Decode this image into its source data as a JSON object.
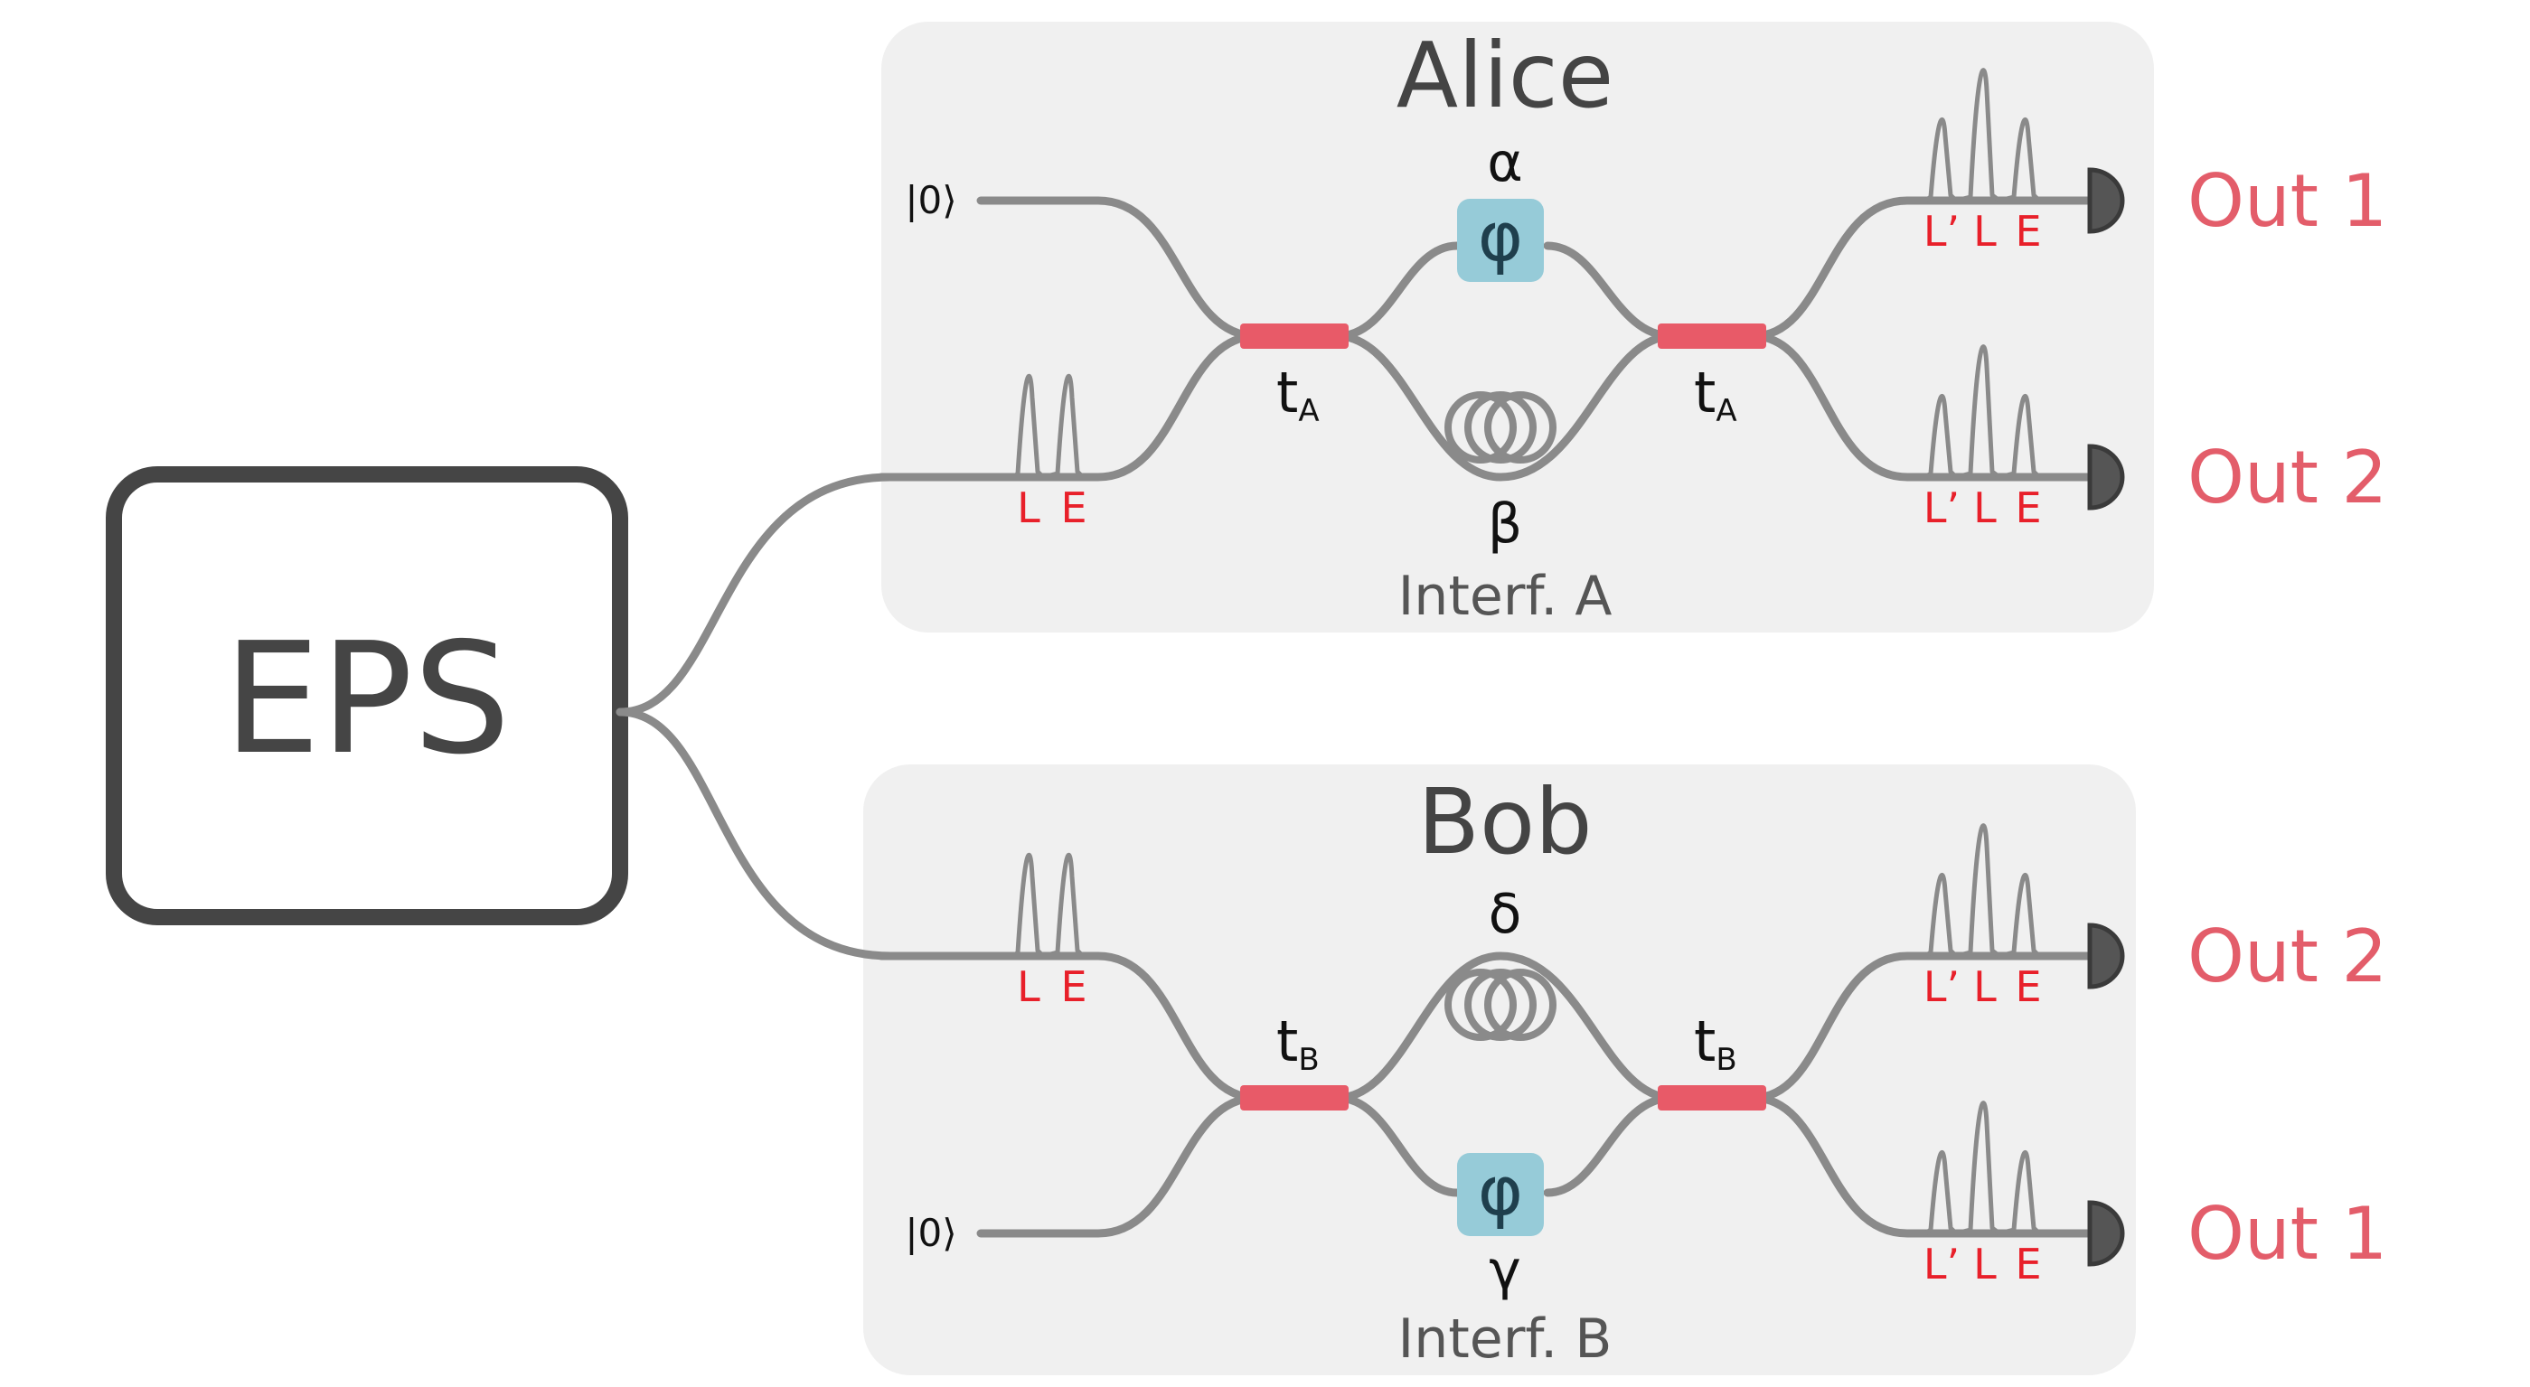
{
  "source": {
    "label": "EPS"
  },
  "alice": {
    "title": "Alice",
    "interferometer_label": "Interf. A",
    "input_state": "|0⟩",
    "upper_arm_label": "α",
    "lower_arm_label": "β",
    "phase_symbol": "φ",
    "coupler_letter": "t",
    "coupler_subscript": "A",
    "input_pulse_labels": [
      "L",
      "E"
    ],
    "output_pulse_labels": [
      "L’",
      "L",
      "E"
    ],
    "outputs": [
      "Out 1",
      "Out 2"
    ]
  },
  "bob": {
    "title": "Bob",
    "interferometer_label": "Interf. B",
    "input_state": "|0⟩",
    "upper_arm_label": "δ",
    "lower_arm_label": "γ",
    "phase_symbol": "φ",
    "coupler_letter": "t",
    "coupler_subscript": "B",
    "input_pulse_labels": [
      "L",
      "E"
    ],
    "output_pulse_labels": [
      "L’",
      "L",
      "E"
    ],
    "outputs": [
      "Out 2",
      "Out 1"
    ]
  },
  "colors": {
    "panel": "#f0f0f0",
    "fiber": "#8a8a8a",
    "coupler": "#e85a68",
    "phase_shifter": "#96cbd8",
    "output_label": "#e35d6a",
    "pulse_label": "#e8202a"
  },
  "icons": {
    "detector": "detector-icon",
    "delay_loop": "fiber-delay-loop-icon",
    "phase_shifter": "phase-shifter-icon"
  }
}
